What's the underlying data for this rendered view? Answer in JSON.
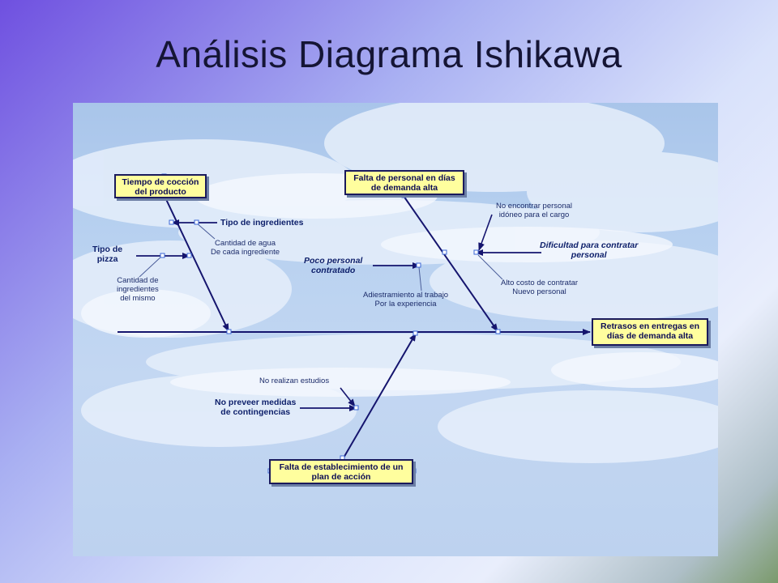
{
  "title": "Análisis Diagrama Ishikawa",
  "effect": "Retrasos en entregas en\ndías de demanda alta",
  "causes": {
    "tiempo": "Tiempo de cocción\ndel producto",
    "personal": "Falta de personal en días\nde demanda alta",
    "plan": "Falta de establecimiento de un\nplan de acción"
  },
  "sub": {
    "tipo_ingredientes": "Tipo de ingredientes",
    "cantidad_agua": "Cantidad de agua\nDe cada ingrediente",
    "tipo_pizza": "Tipo de\npizza",
    "cantidad_ingredientes": "Cantidad de\ningredientes\ndel mismo",
    "no_encontrar": "No encontrar personal\nidóneo para el cargo",
    "dificultad": "Dificultad para contratar\npersonal",
    "poco_personal": "Poco personal\ncontratado",
    "alto_costo": "Alto costo de contratar\nNuevo personal",
    "adiestramiento": "Adiestramiento al trabajo\nPor la experiencia",
    "no_estudios": "No realizan estudios",
    "no_preveer": "No preveer medidas\nde contingencias"
  },
  "colors": {
    "line": "#15156e",
    "box_fill": "#fffe9e",
    "marker": "#3a66d6"
  }
}
